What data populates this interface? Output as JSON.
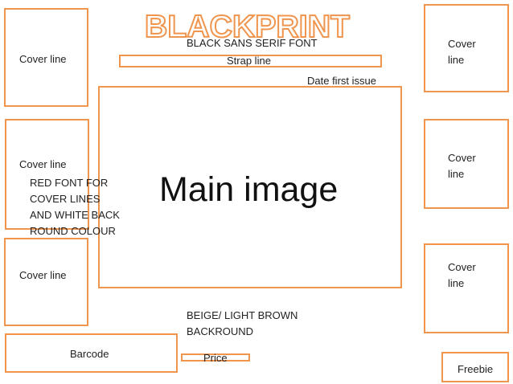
{
  "title": "BLACKPRINT",
  "colors": {
    "outline": "#f0954e",
    "title_fill": "#ffffff",
    "text": "#222222"
  },
  "annotations": {
    "font_note": "BLACK SANS SERIF FONT",
    "strap_line": "Strap line",
    "date_issue": "Date first issue",
    "main_image": "Main image",
    "red_font_note": "RED FONT FOR\nCOVER LINES\nAND WHITE BACK\nROUND COLOUR",
    "background_note": "BEIGE/ LIGHT BROWN\nBACKROUND",
    "barcode": "Barcode",
    "price": "Price",
    "freebie": "Freebie"
  },
  "cover_lines": {
    "left_top": "Cover line",
    "left_mid": "Cover line",
    "left_bottom": "Cover line",
    "right_top": "Cover\nline",
    "right_mid": "Cover\nline",
    "right_bottom": "Cover\nline"
  }
}
